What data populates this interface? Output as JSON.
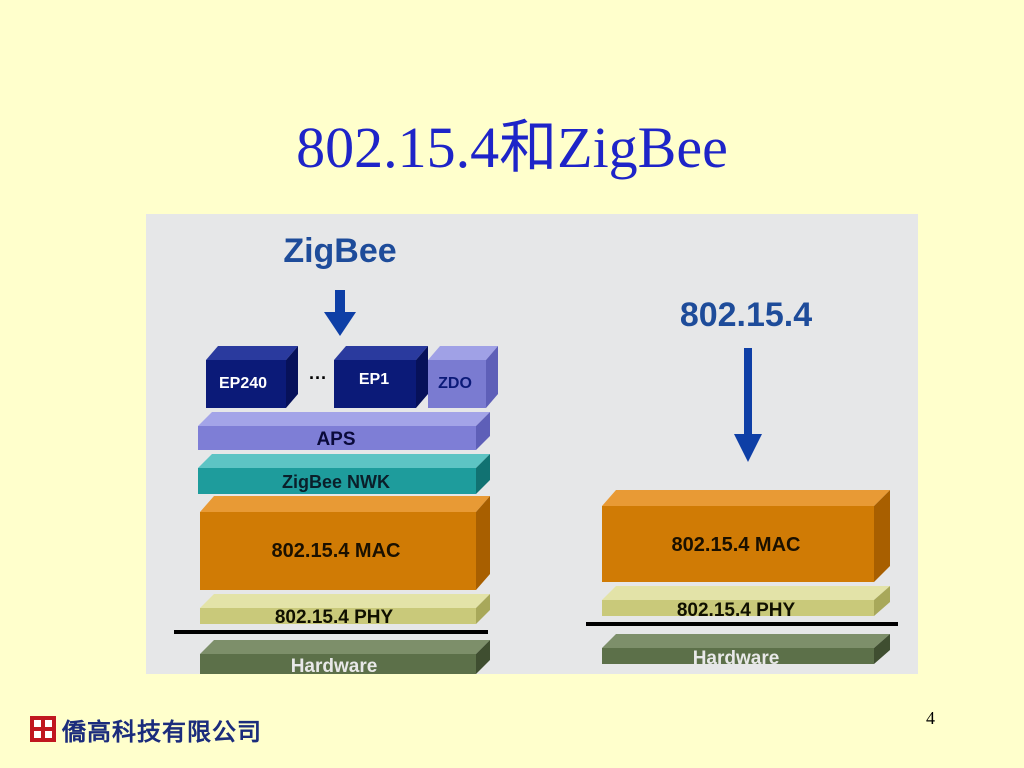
{
  "slide": {
    "title": "802.15.4和ZigBee",
    "page_number": "4"
  },
  "diagram": {
    "left": {
      "heading": "ZigBee",
      "endpoints": [
        "EP240",
        "···",
        "EP1",
        "ZDO"
      ],
      "layers": [
        "APS",
        "ZigBee NWK",
        "802.15.4 MAC",
        "802.15.4 PHY",
        "Hardware"
      ]
    },
    "right": {
      "heading": "802.15.4",
      "layers": [
        "802.15.4 MAC",
        "802.15.4 PHY",
        "Hardware"
      ]
    },
    "colors": {
      "endpoint": "#0B1A78",
      "zdo": "#7A7BD1",
      "aps": "#7E7ED6",
      "nwk": "#1E9C9C",
      "mac": "#D07B05",
      "phy": "#C9C97A",
      "hardware": "#5C7049",
      "arrow": "#0E3FA6",
      "heading": "#1E4C9A"
    }
  },
  "footer": {
    "company": "僑高科技有限公司"
  }
}
